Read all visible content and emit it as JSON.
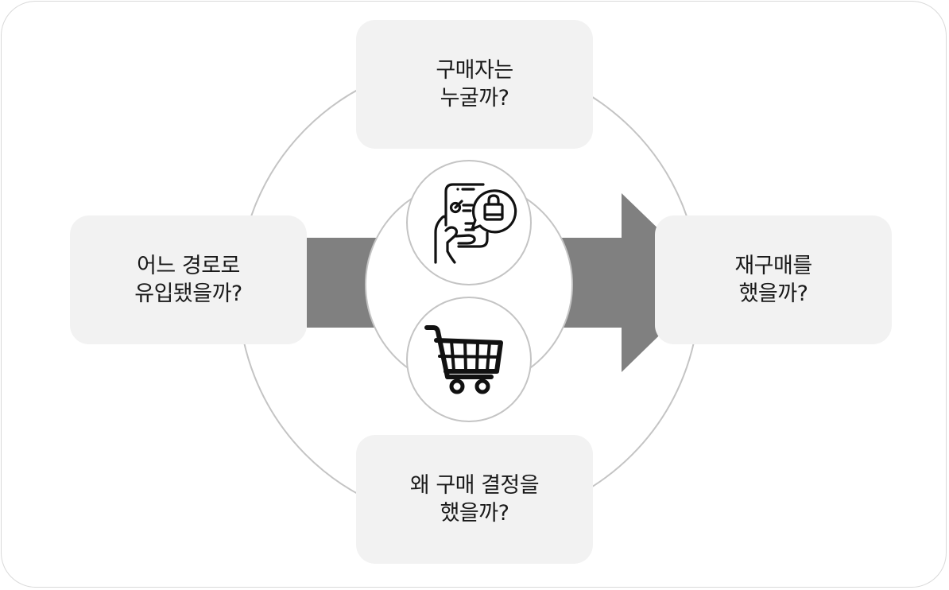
{
  "boxes": {
    "top": {
      "line1": "구매자는",
      "line2": "누굴까?"
    },
    "left": {
      "line1": "어느 경로로",
      "line2": "유입됐을까?"
    },
    "right": {
      "line1": "재구매를",
      "line2": "했을까?"
    },
    "bottom": {
      "line1": "왜 구매 결정을",
      "line2": "했을까?"
    }
  },
  "icons": {
    "upper": "mobile-shopping-icon",
    "lower": "shopping-cart-icon"
  },
  "colors": {
    "box_fill": "#f2f2f2",
    "arrow_fill": "#808080",
    "ring_stroke": "#c4c4c4",
    "frame_stroke": "#d9d9d9",
    "icon_stroke": "#111111"
  }
}
